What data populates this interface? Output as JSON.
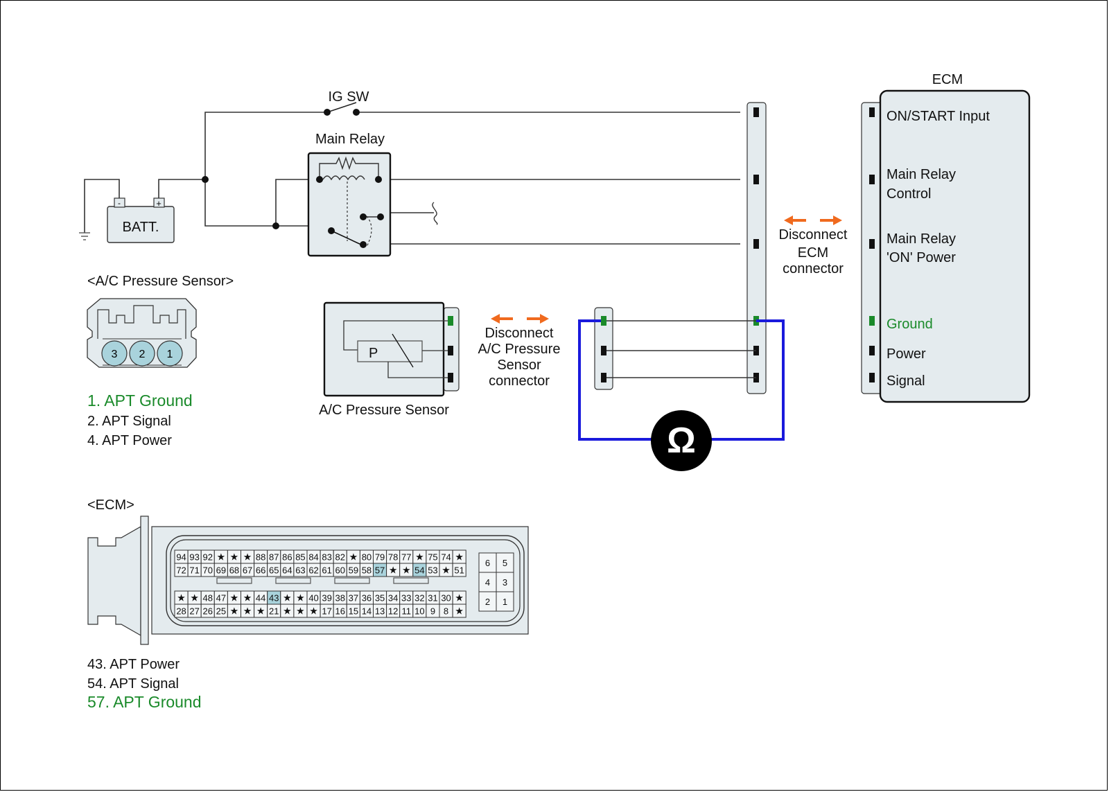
{
  "colors": {
    "body_fill": "#e4ebee",
    "pin_highlight": "#a9d3dc",
    "ground_green": "#1a8a2a",
    "meter_wire": "#1a1adc",
    "arrow_orange": "#f06a1e",
    "wire": "#333333"
  },
  "labels": {
    "ig_sw": "IG SW",
    "main_relay": "Main Relay",
    "batt": "BATT.",
    "batt_neg": "-",
    "batt_pos": "+",
    "ecm_title": "ECM",
    "disconnect_ecm": [
      "Disconnect",
      "ECM",
      "connector"
    ],
    "disconnect_sensor": [
      "Disconnect",
      "A/C Pressure",
      "Sensor",
      "connector"
    ],
    "sensor_name": "A/C Pressure Sensor",
    "sensor_p": "P",
    "meter_symbol": "Ω"
  },
  "ecm_pins": [
    {
      "label": [
        "ON/START  Input"
      ],
      "color": "black"
    },
    {
      "label": [
        "Main Relay",
        "Control"
      ],
      "color": "black"
    },
    {
      "label": [
        "Main Relay",
        "'ON' Power"
      ],
      "color": "black"
    },
    {
      "label": [
        "Ground"
      ],
      "color": "green"
    },
    {
      "label": [
        "Power"
      ],
      "color": "black"
    },
    {
      "label": [
        "Signal"
      ],
      "color": "black"
    }
  ],
  "ac_sensor_connector": {
    "title": "<A/C Pressure Sensor>",
    "pins": [
      "3",
      "2",
      "1"
    ],
    "legend": [
      {
        "text": "1. APT Ground",
        "color": "green"
      },
      {
        "text": "2. APT Signal",
        "color": "black"
      },
      {
        "text": "4. APT Power",
        "color": "black"
      }
    ]
  },
  "ecm_connector": {
    "title": "<ECM>",
    "row1": [
      "94",
      "93",
      "92",
      "★",
      "★",
      "★",
      "88",
      "87",
      "86",
      "85",
      "84",
      "83",
      "82",
      "★",
      "80",
      "79",
      "78",
      "77",
      "★",
      "75",
      "74",
      "★"
    ],
    "row2": [
      "72",
      "71",
      "70",
      "69",
      "68",
      "67",
      "66",
      "65",
      "64",
      "63",
      "62",
      "61",
      "60",
      "59",
      "58",
      "57",
      "★",
      "★",
      "54",
      "53",
      "★",
      "51"
    ],
    "row3": [
      "★",
      "★",
      "48",
      "47",
      "★",
      "★",
      "44",
      "43",
      "★",
      "★",
      "40",
      "39",
      "38",
      "37",
      "36",
      "35",
      "34",
      "33",
      "32",
      "31",
      "30",
      "★"
    ],
    "row4": [
      "28",
      "27",
      "26",
      "25",
      "★",
      "★",
      "★",
      "21",
      "★",
      "★",
      "★",
      "17",
      "16",
      "15",
      "14",
      "13",
      "12",
      "11",
      "10",
      "9",
      "8",
      "★"
    ],
    "highlighted": [
      "57",
      "54",
      "43"
    ],
    "small_block": [
      [
        "6",
        "5"
      ],
      [
        "4",
        "3"
      ],
      [
        "2",
        "1"
      ]
    ],
    "legend": [
      {
        "text": "43. APT Power",
        "color": "black"
      },
      {
        "text": "54. APT Signal",
        "color": "black"
      },
      {
        "text": "57. APT Ground",
        "color": "green"
      }
    ]
  }
}
